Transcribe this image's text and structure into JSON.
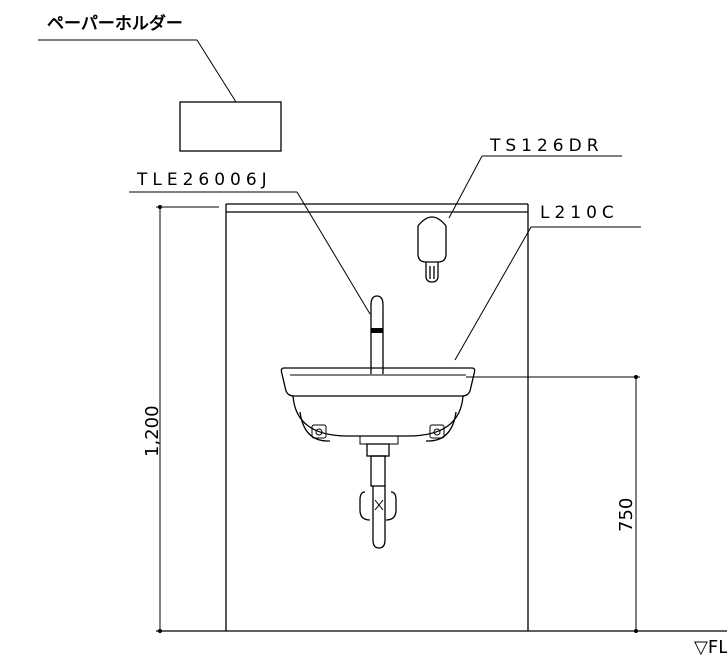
{
  "labels": {
    "paper_holder": "ペーパーホルダー",
    "soap_dispenser": "TS126DR",
    "faucet": "TLE26006J",
    "basin": "L210C"
  },
  "dimensions": {
    "total_height": "1,200",
    "basin_height": "750"
  },
  "floor_label": "▽FL"
}
